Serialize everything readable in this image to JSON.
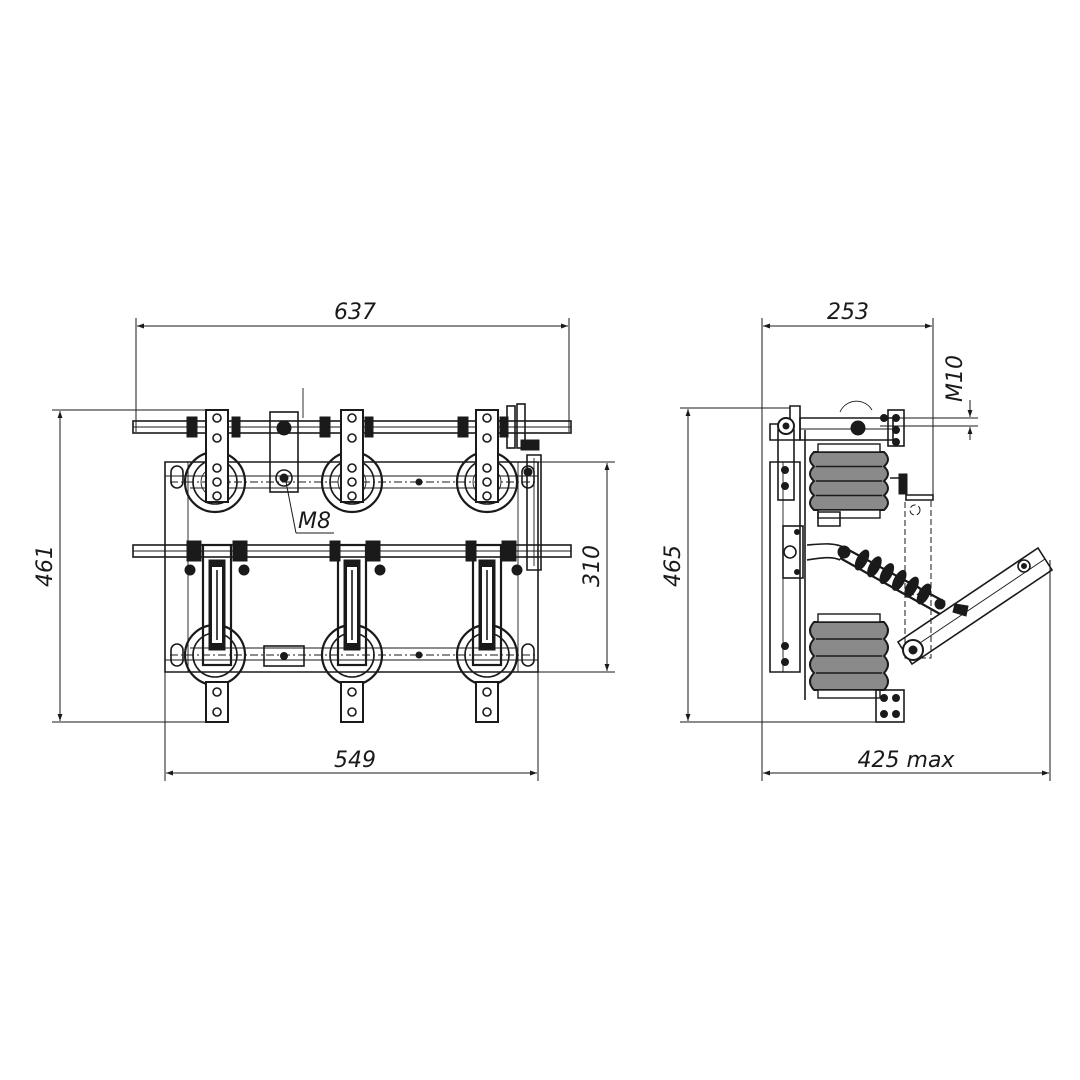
{
  "front_view": {
    "dim_top_width": "637",
    "dim_bottom_width": "549",
    "dim_left_height": "461",
    "dim_right_height": "310",
    "callout_bolt": "M8"
  },
  "side_view": {
    "dim_top_width": "253",
    "dim_bottom_width": "425 max",
    "dim_left_height": "465",
    "callout_bolt": "M10"
  },
  "colors": {
    "line": "#1a1a1a",
    "background": "#ffffff",
    "insulator_fill": "#8a8a8a"
  }
}
